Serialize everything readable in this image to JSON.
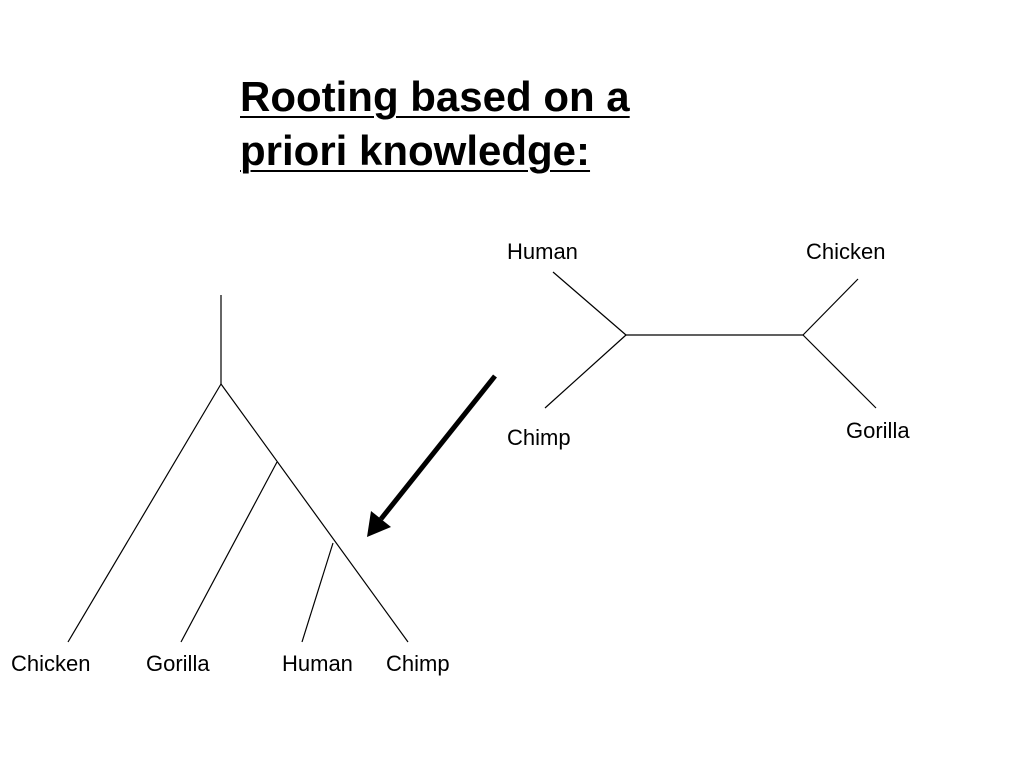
{
  "title": {
    "line1": "Rooting based on a",
    "line2": "priori knowledge:"
  },
  "unrooted_tree": {
    "leaves": {
      "top_left": "Human",
      "top_right": "Chicken",
      "bottom_left": "Chimp",
      "bottom_right": "Gorilla"
    }
  },
  "rooted_tree": {
    "leaves": [
      "Chicken",
      "Gorilla",
      "Human",
      "Chimp"
    ]
  },
  "colors": {
    "lines": "#000000",
    "background": "#ffffff"
  }
}
